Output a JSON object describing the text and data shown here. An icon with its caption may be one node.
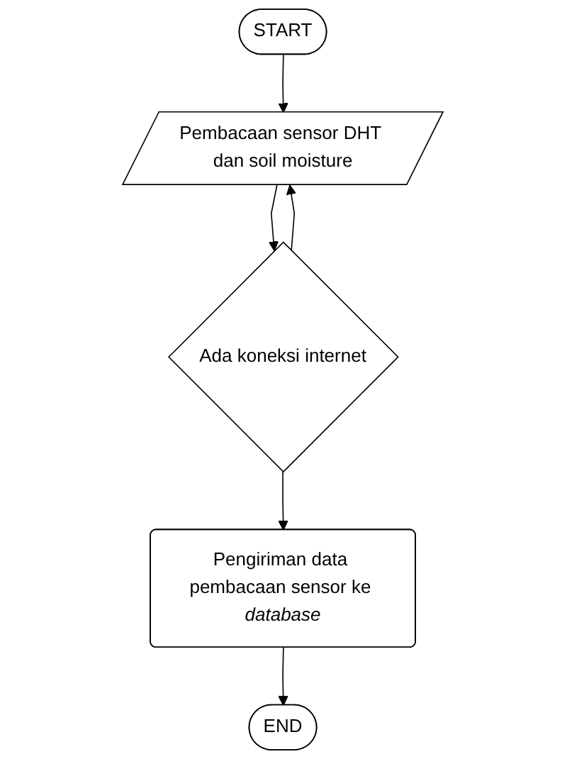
{
  "diagram": {
    "nodes": [
      {
        "text": [
          "START"
        ]
      },
      {
        "text": [
          "Pembacaan sensor DHT dan soil moisture"
        ]
      },
      {
        "text": [
          "Ada koneksi internet"
        ]
      },
      {
        "text": [
          "Pengiriman data pembacaan sensor ke *database*"
        ]
      },
      {
        "text": [
          "END"
        ]
      }
    ],
    "edges": [
      {
        "from": 0,
        "to": 1,
        "arrow": "to"
      },
      {
        "from": 1,
        "to": 2,
        "arrow": "to"
      },
      {
        "from": 2,
        "to": 1,
        "arrow": "to"
      },
      {
        "from": 2,
        "to": 3,
        "arrow": "to"
      },
      {
        "from": 3,
        "to": 4,
        "arrow": "to"
      }
    ]
  }
}
